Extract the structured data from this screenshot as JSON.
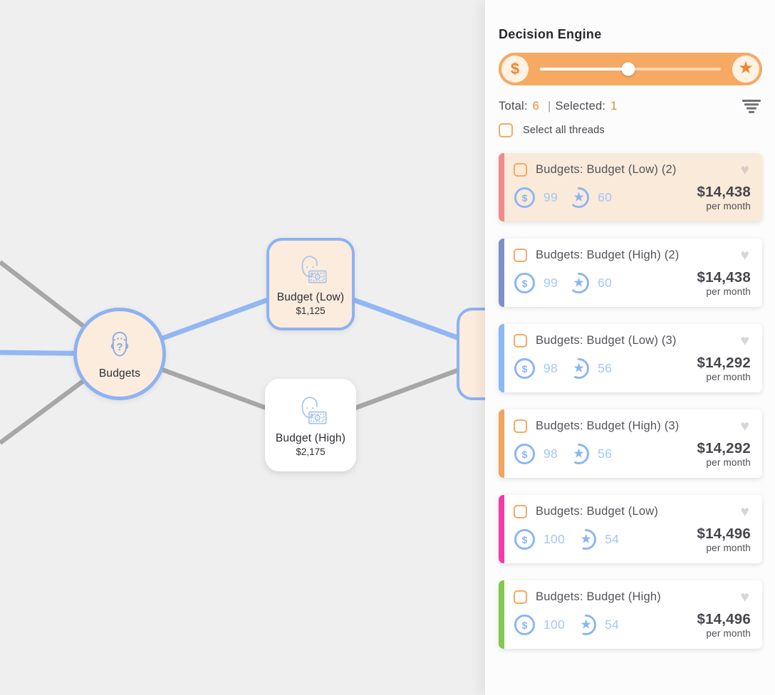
{
  "colors": {
    "canvas-bg": "#efeff0",
    "node-fill": "#fbecdd",
    "node-border": "#8cb2f1",
    "edge-blue": "#92b7f2",
    "edge-gray": "#a7a7a7",
    "orange": "#f6a963",
    "orange-deep": "#ee8430",
    "score-blue": "#8ab5f5"
  },
  "icons": {
    "dollar": "$",
    "star": "★",
    "heart": "♥"
  },
  "graph": {
    "nodes": {
      "budgets": {
        "label": "Budgets"
      },
      "budget_low": {
        "label": "Budget (Low)",
        "price": "$1,125"
      },
      "budget_high": {
        "label": "Budget (High)",
        "price": "$2,175"
      }
    }
  },
  "panel": {
    "title": "Decision Engine",
    "slider": {
      "value_percent": 49,
      "left_icon": "dollar-icon",
      "right_icon": "star-icon"
    },
    "totals": {
      "total_label": "Total:",
      "total_value": "6",
      "separator": "|",
      "selected_label": "Selected:",
      "selected_value": "1"
    },
    "select_all_label": "Select all threads"
  },
  "threads": [
    {
      "title": "Budgets: Budget (Low) (2)",
      "dollar_score": "99",
      "star_score": "60",
      "price": "$14,438",
      "period": "per month",
      "accent": "#f28a8a",
      "selected": true
    },
    {
      "title": "Budgets: Budget (High) (2)",
      "dollar_score": "99",
      "star_score": "60",
      "price": "$14,438",
      "period": "per month",
      "accent": "#7d90c6",
      "selected": false
    },
    {
      "title": "Budgets: Budget (Low) (3)",
      "dollar_score": "98",
      "star_score": "56",
      "price": "$14,292",
      "period": "per month",
      "accent": "#8ab8f8",
      "selected": false
    },
    {
      "title": "Budgets: Budget (High) (3)",
      "dollar_score": "98",
      "star_score": "56",
      "price": "$14,292",
      "period": "per month",
      "accent": "#f3a45a",
      "selected": false
    },
    {
      "title": "Budgets: Budget (Low)",
      "dollar_score": "100",
      "star_score": "54",
      "price": "$14,496",
      "period": "per month",
      "accent": "#f23ba6",
      "selected": false
    },
    {
      "title": "Budgets: Budget (High)",
      "dollar_score": "100",
      "star_score": "54",
      "price": "$14,496",
      "period": "per month",
      "accent": "#83c84f",
      "selected": false
    }
  ]
}
